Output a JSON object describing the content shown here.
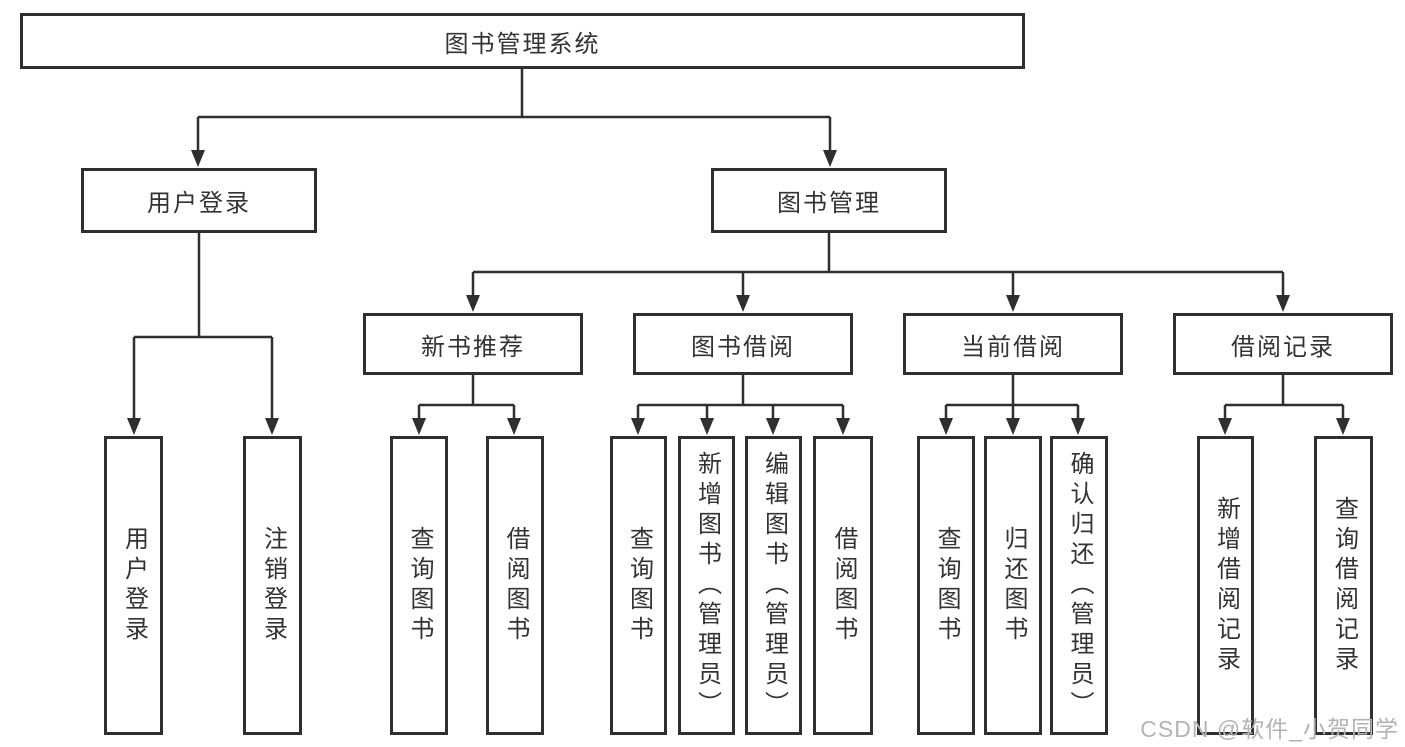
{
  "diagram": {
    "root": {
      "label": "图书管理系统"
    },
    "user_login": {
      "label": "用户登录",
      "children": [
        {
          "label": "用户登录"
        },
        {
          "label": "注销登录"
        }
      ]
    },
    "book_management": {
      "label": "图书管理",
      "groups": [
        {
          "label": "新书推荐",
          "children": [
            {
              "label": "查询图书"
            },
            {
              "label": "借阅图书"
            }
          ]
        },
        {
          "label": "图书借阅",
          "children": [
            {
              "label": "查询图书"
            },
            {
              "label": "新增图书（管理员）"
            },
            {
              "label": "编辑图书（管理员）"
            },
            {
              "label": "借阅图书"
            }
          ]
        },
        {
          "label": "当前借阅",
          "children": [
            {
              "label": "查询图书"
            },
            {
              "label": "归还图书"
            },
            {
              "label": "确认归还（管理员）"
            }
          ]
        },
        {
          "label": "借阅记录",
          "children": [
            {
              "label": "新增借阅记录"
            },
            {
              "label": "查询借阅记录"
            }
          ]
        }
      ]
    }
  },
  "watermark": {
    "text": "CSDN @软件_小贺同学"
  },
  "colors": {
    "line": "#2f2f2f",
    "box_border": "#2f2f2f",
    "text": "#333333",
    "watermark": "#b3b3b3",
    "background": "#ffffff"
  }
}
